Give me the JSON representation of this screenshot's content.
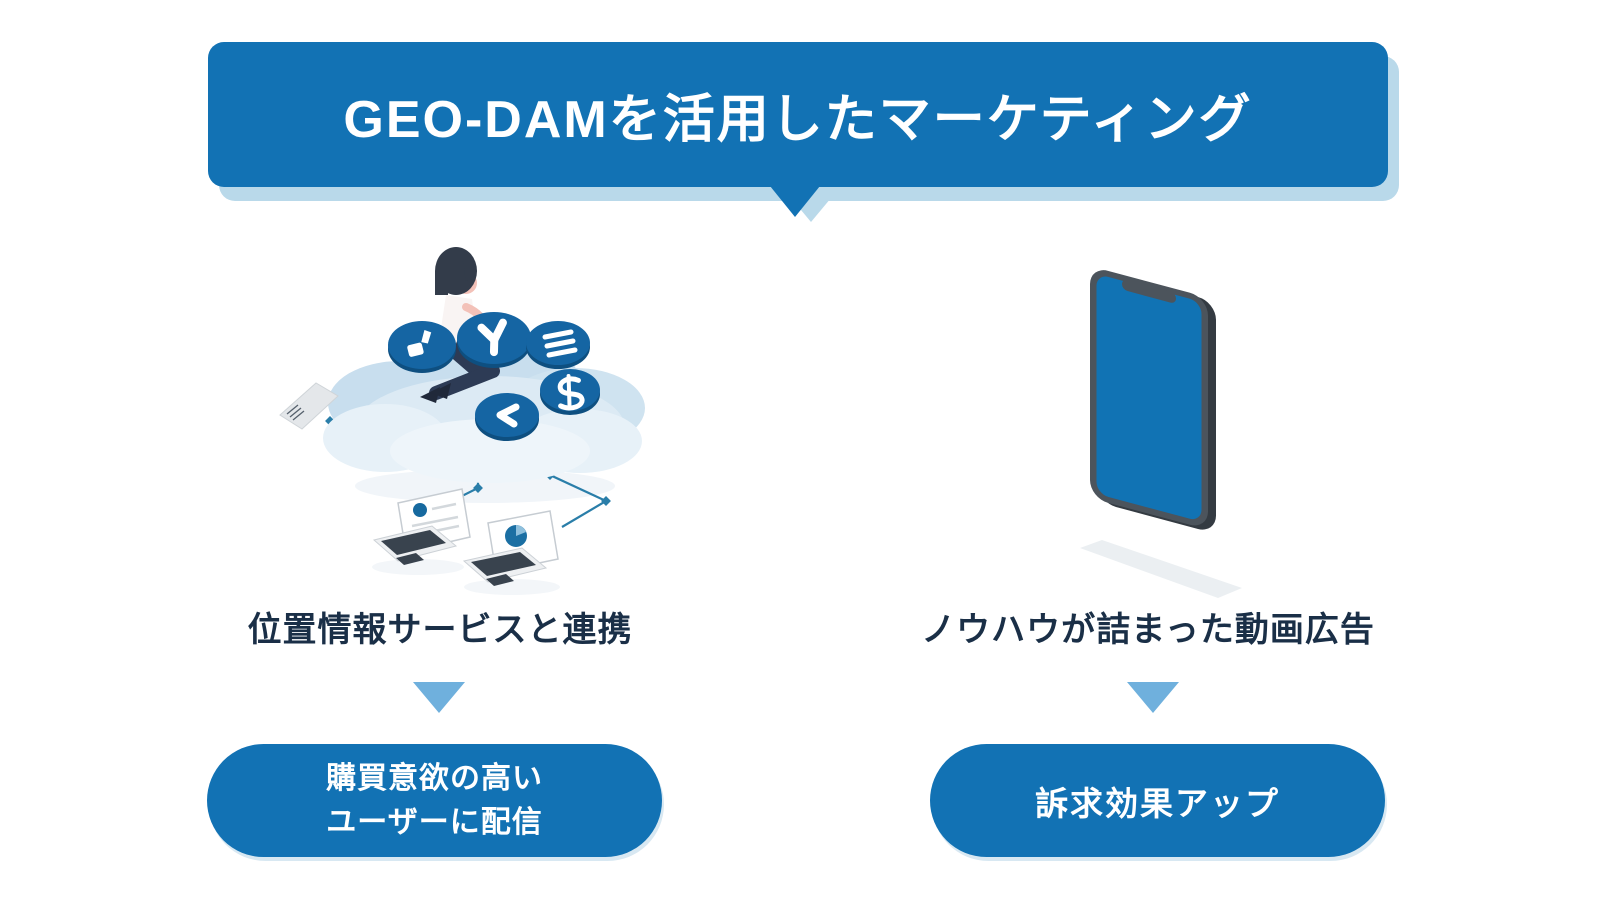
{
  "banner": {
    "title": "GEO-DAMを活用したマーケティング"
  },
  "columns": [
    {
      "label": "位置情報サービスと連携",
      "result_lines": [
        "購買意欲の高い",
        "ユーザーに配信"
      ],
      "illustration": "woman-on-data-cloud-connected-to-laptops",
      "cloud_icons": [
        "thumbs-up-icon",
        "pin-icon",
        "list-icon",
        "dollar-icon",
        "cursor-icon"
      ]
    },
    {
      "label": "ノウハウが詰まった動画広告",
      "result_lines": [
        "訴求効果アップ"
      ],
      "illustration": "isometric-smartphone"
    }
  ],
  "colors": {
    "accent_blue": "#1272b4",
    "banner_shadow_blue": "#b9d9ea",
    "arrow_blue": "#6fb0dd",
    "label_navy": "#1a2f47",
    "badge_blue": "#1565a3",
    "connector_teal": "#2a7ea9",
    "cloud_blue": "#c8deee",
    "phone_frame_gray": "#4c545c",
    "text_white": "#ffffff"
  }
}
